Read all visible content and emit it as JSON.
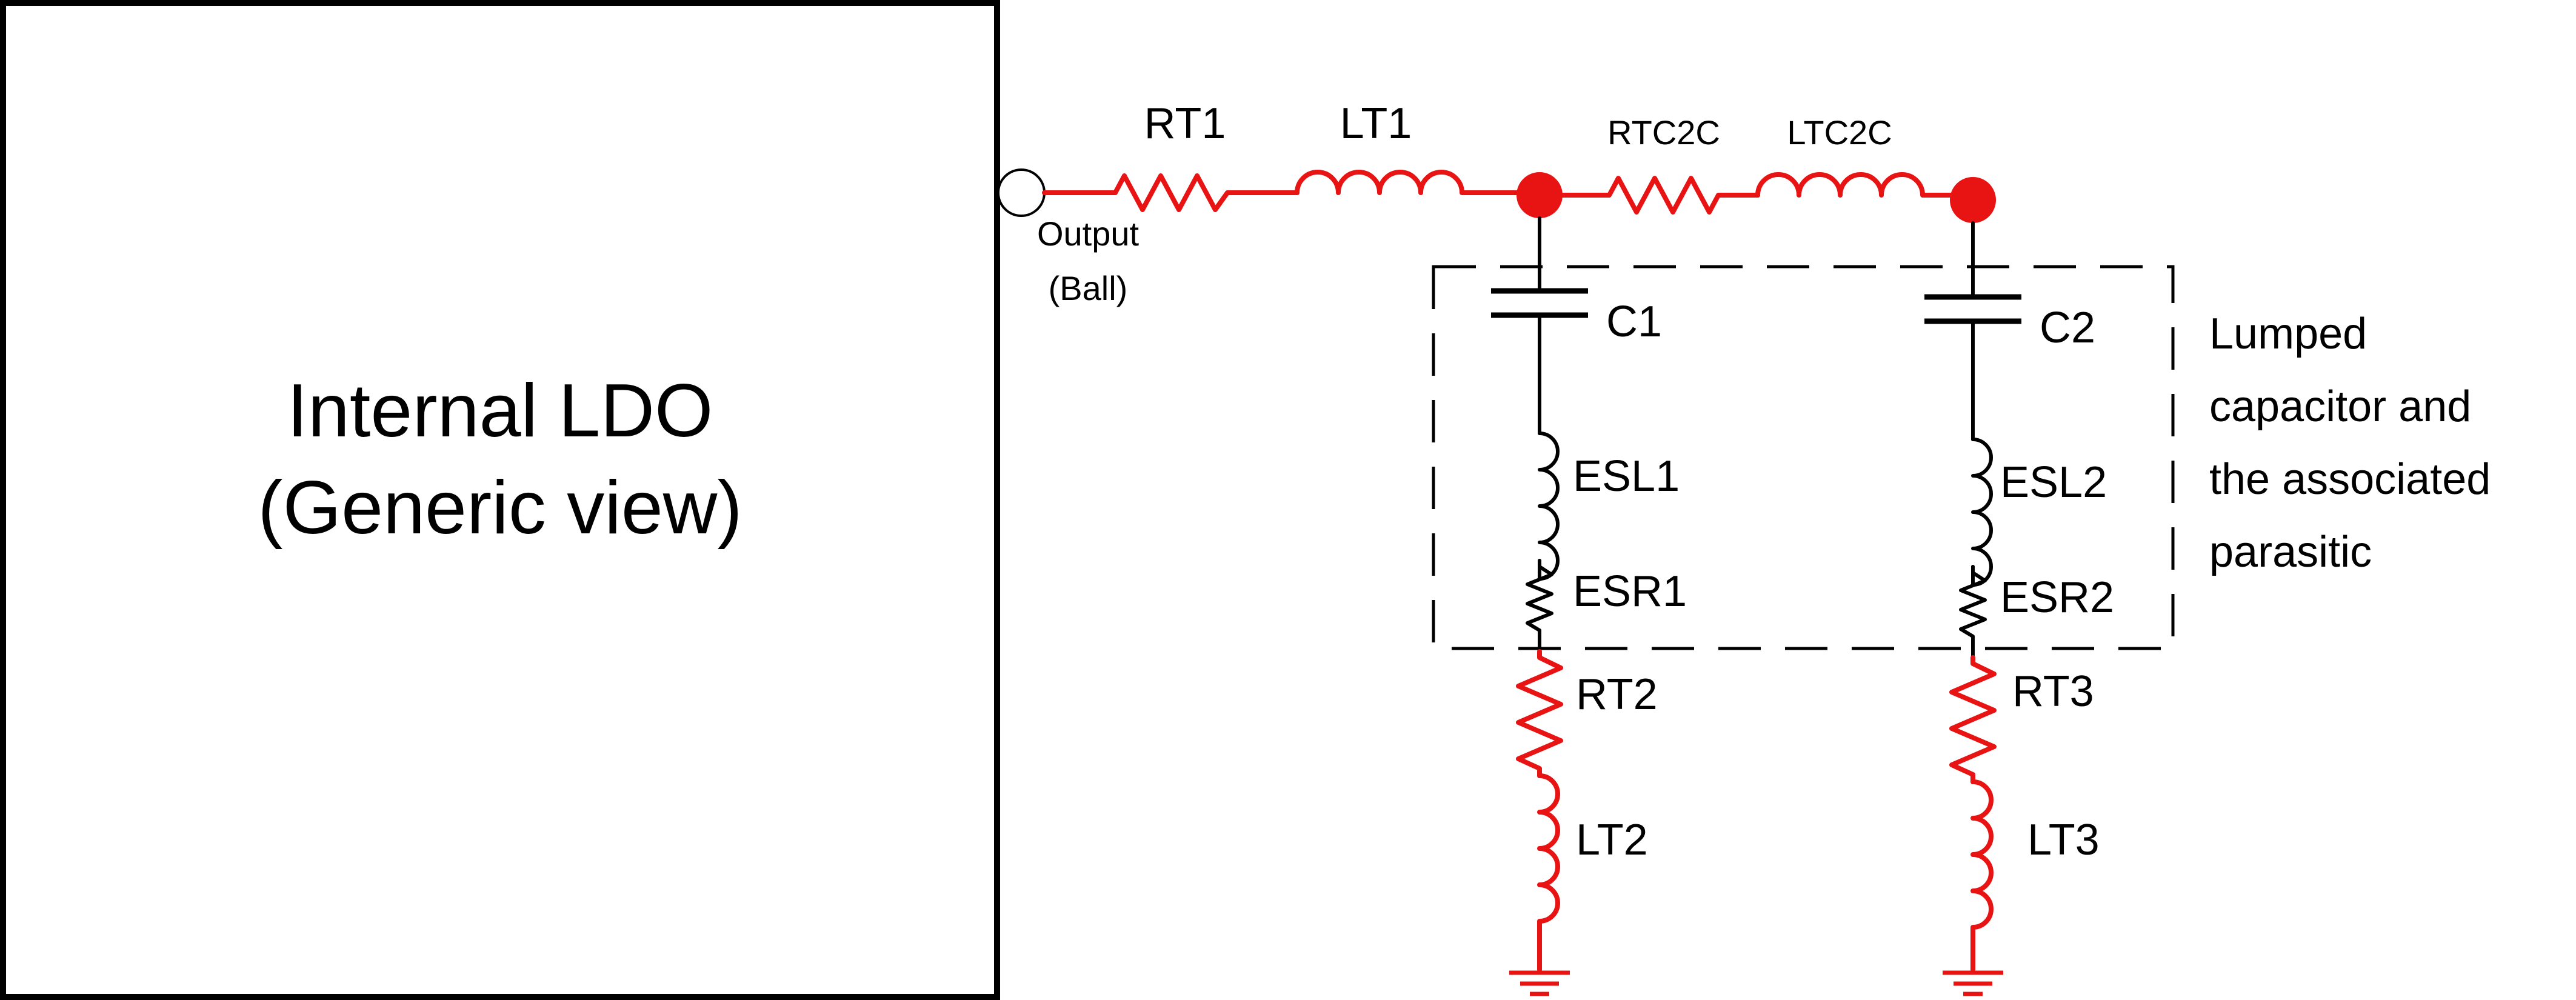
{
  "ldo_block": {
    "title_line1": "Internal LDO",
    "title_line2": "(Generic view)"
  },
  "output_node": {
    "label_line1": "Output",
    "label_line2": "(Ball)"
  },
  "series_path": {
    "rt1": "RT1",
    "lt1": "LT1",
    "rtc2c": "RTC2C",
    "ltc2c": "LTC2C"
  },
  "branch1": {
    "capacitor": "C1",
    "esl": "ESL1",
    "esr": "ESR1",
    "trace_resistor": "RT2",
    "trace_inductor": "LT2"
  },
  "branch2": {
    "capacitor": "C2",
    "esl": "ESL2",
    "esr": "ESR2",
    "trace_resistor": "RT3",
    "trace_inductor": "LT3"
  },
  "lumped_box": {
    "line1": "Lumped",
    "line2": "capacitor and",
    "line3": "the associated",
    "line4": "parasitic"
  },
  "colors": {
    "trace": "#e81414",
    "component": "#000000",
    "node": "#e81414"
  }
}
